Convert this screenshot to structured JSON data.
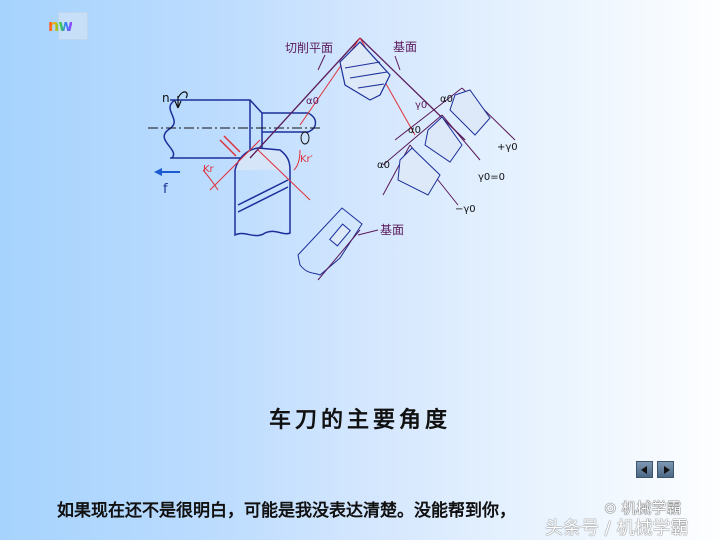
{
  "logo": {
    "text": "nw"
  },
  "diagram": {
    "labels": {
      "cutting_plane": "切削平面",
      "base_plane_top": "基面",
      "base_plane_bottom": "基面",
      "n": "n",
      "f": "f",
      "kr": "Kr",
      "kr_prime": "Kr′",
      "alpha0_main": "α0",
      "gamma0_main": "γ0",
      "alpha0_a": "α0",
      "alpha0_b": "α0",
      "alpha0_c": "α0",
      "plus_gamma0": "+γ0",
      "gamma0_zero": "γ0=0",
      "minus_gamma0": "−γ0"
    },
    "colors": {
      "tool": "#1c2f9a",
      "planes": "#5a1a5a",
      "angles": "#e0303a",
      "hatch": "#2b3a9a"
    }
  },
  "title": "车刀的主要角度",
  "nav": {
    "prev_label": "previous slide",
    "next_label": "next slide"
  },
  "caption": "如果现在还不是很明白，可能是我没表达清楚。没能帮到你，",
  "watermark": {
    "line1": "⊙ 机械学霸",
    "line2": "头条号 / 机械学霸"
  }
}
